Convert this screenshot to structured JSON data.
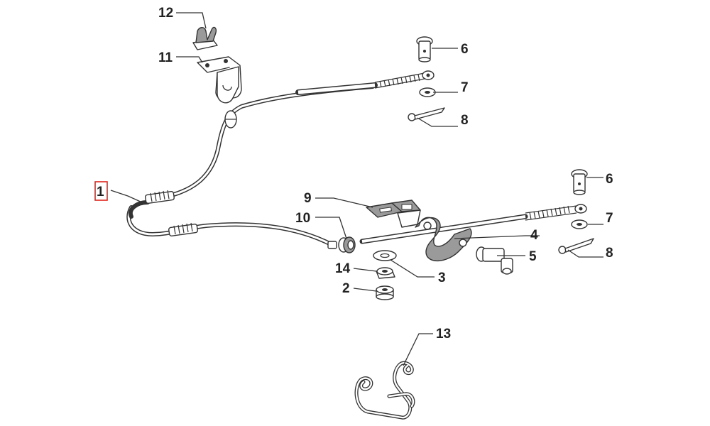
{
  "callouts": {
    "c1": "1",
    "c2": "2",
    "c3": "3",
    "c4": "4",
    "c5": "5",
    "c6a": "6",
    "c6b": "6",
    "c7a": "7",
    "c7b": "7",
    "c8a": "8",
    "c8b": "8",
    "c9": "9",
    "c10": "10",
    "c11": "11",
    "c12": "12",
    "c13": "13",
    "c14": "14"
  },
  "highlight_color": "#e0241b",
  "selected_callout": "1"
}
